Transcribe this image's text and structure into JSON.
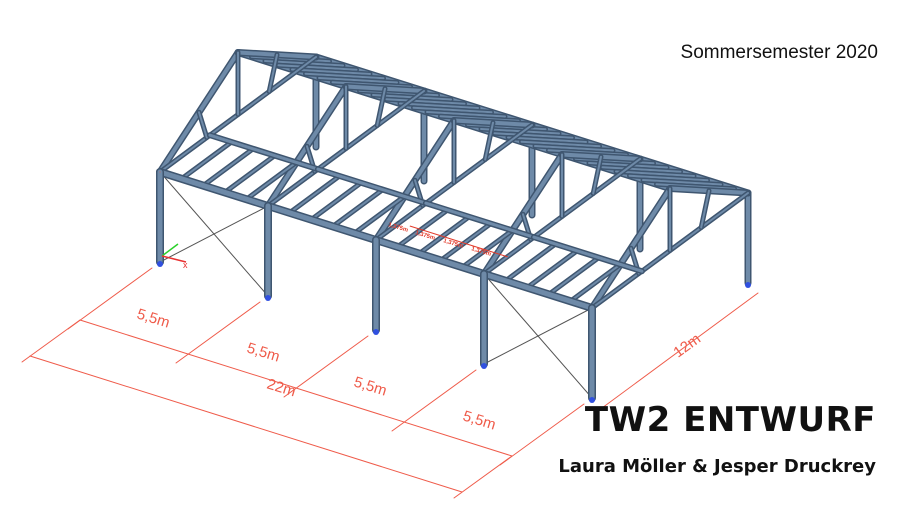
{
  "header": {
    "semester": "Sommersemester 2020"
  },
  "footer": {
    "title": "TW2 ENTWURF",
    "authors": "Laura Möller & Jesper Druckrey"
  },
  "dimensions": {
    "bays": [
      "5,5m",
      "5,5m",
      "5,5m",
      "5,5m"
    ],
    "total_length": "22m",
    "width": "12m",
    "purlin_spacing": [
      "1,375m",
      "1,375m",
      "1,375m",
      "1,375m"
    ]
  },
  "axis_labels": {
    "x": "x"
  },
  "colors": {
    "steel": "#6e8aa8",
    "steel_dark": "#3f5670",
    "dimension": "#ef5b4a",
    "support": "#3050e0"
  }
}
